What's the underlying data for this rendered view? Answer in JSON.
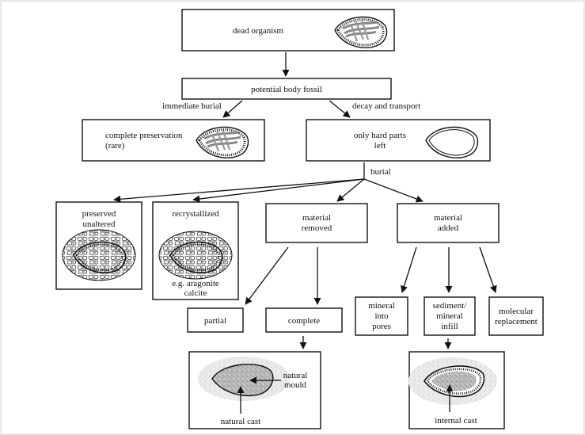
{
  "nodes": {
    "dead_organism": "dead organism",
    "potential_body_fossil": "potential body fossil",
    "complete_preservation_l1": "complete preservation",
    "complete_preservation_l2": "(rare)",
    "only_hard_parts_l1": "only hard parts",
    "only_hard_parts_l2": "left",
    "preserved_unaltered_l1": "preserved",
    "preserved_unaltered_l2": "unaltered",
    "recrystallized": "recrystallized",
    "recrystallized_note_l1": "e.g. aragonite",
    "recrystallized_note_l2": "calcite",
    "material_removed_l1": "material",
    "material_removed_l2": "removed",
    "material_added_l1": "material",
    "material_added_l2": "added",
    "partial": "partial",
    "complete": "complete",
    "mineral_into_pores_l1": "mineral",
    "mineral_into_pores_l2": "into",
    "mineral_into_pores_l3": "pores",
    "sediment_infill_l1": "sediment/",
    "sediment_infill_l2": "mineral",
    "sediment_infill_l3": "infill",
    "molecular_replacement_l1": "molecular",
    "molecular_replacement_l2": "replacement",
    "natural_mould_l1": "natural",
    "natural_mould_l2": "mould",
    "natural_cast": "natural cast",
    "internal_cast": "internal cast"
  },
  "edge_labels": {
    "immediate_burial": "immediate burial",
    "decay_and_transport": "decay and transport",
    "burial": "burial"
  },
  "icons": [
    "shell-with-soft-parts-icon",
    "empty-shell-icon",
    "crystal-encrusted-shell-icon",
    "mould-and-cast-icon",
    "internal-cast-icon"
  ]
}
